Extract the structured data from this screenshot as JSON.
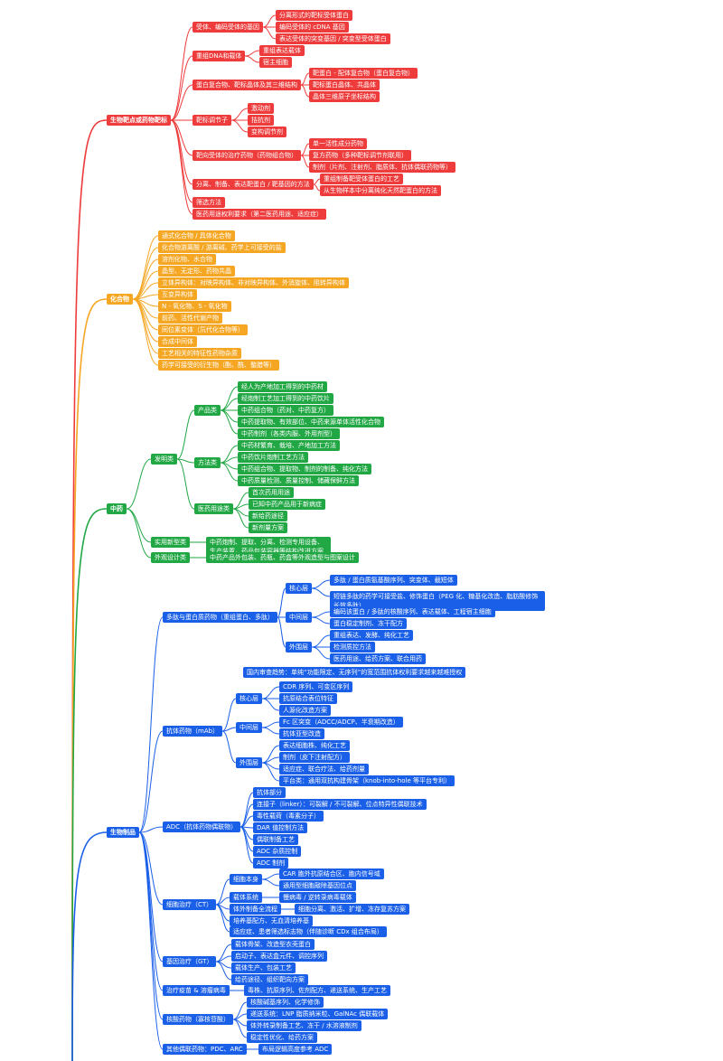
{
  "colors": {
    "red": "#ee3b3b",
    "orange": "#f5a623",
    "green": "#22a745",
    "blue": "#1a5fe8"
  },
  "mindmap": {
    "sections": [
      {
        "label": "生物靶点或药物靶标",
        "color": "red",
        "children": [
          {
            "label": "受体、编码受体的基因",
            "children": [
              {
                "label": "分离形式的靶标受体蛋白"
              },
              {
                "label": "编码受体的 cDNA 基因"
              },
              {
                "label": "表达受体的突变基因 / 突变型受体蛋白"
              }
            ]
          },
          {
            "label": "重组DNA和载体",
            "children": [
              {
                "label": "重组表达载体"
              },
              {
                "label": "宿主细胞"
              }
            ]
          },
          {
            "label": "蛋白复合物、靶标晶体及其三维结构",
            "children": [
              {
                "label": "靶蛋白 - 配体复合物（蛋白复合物）"
              },
              {
                "label": "靶标蛋白晶体、共晶体"
              },
              {
                "label": "晶体三维原子坐标结构"
              }
            ]
          },
          {
            "label": "靶标调节子",
            "children": [
              {
                "label": "激动剂"
              },
              {
                "label": "拮抗剂"
              },
              {
                "label": "变构调节剂"
              }
            ]
          },
          {
            "label": "靶向受体的治疗药物（药物组合物）",
            "children": [
              {
                "label": "单一活性成分药物"
              },
              {
                "label": "复方药物（多种靶标调节剂联用）"
              },
              {
                "label": "制剂（片剂、注射剂、脂质体、抗体偶联药物等）"
              }
            ]
          },
          {
            "label": "分离、制备、表达靶蛋白 / 靶基因的方法",
            "children": [
              {
                "label": "重组制备靶受体蛋白的工艺"
              },
              {
                "label": "从生物样本中分离纯化天然靶蛋白的方法"
              }
            ]
          },
          {
            "label": "筛选方法",
            "children": []
          },
          {
            "label": "医药用途权利要求（第二医药用途、适应症）",
            "children": []
          }
        ]
      },
      {
        "label": "化合物",
        "color": "orange",
        "children": [
          {
            "label": "通式化合物 / 具体化合物"
          },
          {
            "label": "化合物游离酸 / 游离碱、药学上可接受的盐"
          },
          {
            "label": "溶剂化物、水合物"
          },
          {
            "label": "晶型、无定形、药物共晶"
          },
          {
            "label": "立体异构体：对映异构体、非对映异构体、外消旋体、阻转异构体"
          },
          {
            "label": "互变异构体"
          },
          {
            "label": "N - 氧化物、S - 氧化物"
          },
          {
            "label": "前药、活性代谢产物"
          },
          {
            "label": "同位素变体（氘代化合物等）"
          },
          {
            "label": "合成中间体"
          },
          {
            "label": "工艺相关的特征性药物杂质"
          },
          {
            "label": "药学可接受的衍生物（酯、酰、螯腊等）"
          }
        ]
      },
      {
        "label": "中药",
        "color": "green",
        "children": [
          {
            "label": "发明类",
            "children": [
              {
                "label": "产品类",
                "children": [
                  {
                    "label": "经人为产地加工得到的中药材"
                  },
                  {
                    "label": "经炮制工艺加工得到的中药饮片"
                  },
                  {
                    "label": "中药组合物（药对、中药复方）"
                  },
                  {
                    "label": "中药提取物、有效部位、中药来源单体活性化合物"
                  },
                  {
                    "label": "中药制剂（各类内服、外用剂型）"
                  }
                ]
              },
              {
                "label": "方法类",
                "children": [
                  {
                    "label": "中药材繁育、栽培、产地加工方法"
                  },
                  {
                    "label": "中药饮片炮制工艺方法"
                  },
                  {
                    "label": "中药组合物、提取物、制剂的制备、纯化方法"
                  },
                  {
                    "label": "中药质量检测、质量控制、储藏保鲜方法"
                  }
                ]
              },
              {
                "label": "医药用途类",
                "children": [
                  {
                    "label": "首次药用用途"
                  },
                  {
                    "label": "已知中药产品用于新病症"
                  },
                  {
                    "label": "新给药途径"
                  },
                  {
                    "label": "新剂量方案"
                  }
                ]
              }
            ]
          },
          {
            "label": "实用新型类",
            "children": [
              {
                "label": "中药炮制、提取、分离、检测专用设备、生产装置，药品包装容器等结构改进方案"
              }
            ]
          },
          {
            "label": "外观设计类",
            "children": [
              {
                "label": "中药产品外包装、药瓶、药盒等外观造型与图案设计"
              }
            ]
          }
        ]
      },
      {
        "label": "生物制品",
        "color": "blue",
        "children": [
          {
            "label": "多肽与蛋白质药物（重组蛋白、多肽）",
            "children": [
              {
                "label": "核心层",
                "children": [
                  {
                    "label": "多肽 / 蛋白质氨基酸序列、突变体、截短体"
                  },
                  {
                    "label": "短链多肽的药学可接受盐、修饰蛋白（PEG 化、糖基化改造、脂肪酸修饰长效多肽）"
                  }
                ]
              },
              {
                "label": "中间层",
                "children": [
                  {
                    "label": "编码该蛋白 / 多肽的核酸序列、表达载体、工程宿主细胞"
                  },
                  {
                    "label": "蛋白稳定制剂、冻干配方"
                  }
                ]
              },
              {
                "label": "外围层",
                "children": [
                  {
                    "label": "重组表达、发酵、纯化工艺"
                  },
                  {
                    "label": "检测质控方法"
                  },
                  {
                    "label": "医药用途、给药方案、联合用药"
                  }
                ]
              }
            ]
          },
          {
            "label": "国内审查趋势：单纯“功能限定、无序列”的宽范围抗体权利要求越来越难授权",
            "children": []
          },
          {
            "label": "抗体药物（mAb）",
            "children": [
              {
                "label": "核心层",
                "children": [
                  {
                    "label": "CDR 序列、可变区序列"
                  },
                  {
                    "label": "抗原结合表位特征"
                  },
                  {
                    "label": "人源化改造方案"
                  }
                ]
              },
              {
                "label": "中间层",
                "children": [
                  {
                    "label": "Fc 区突变（ADCC/ADCP、半衰期改造）"
                  },
                  {
                    "label": "抗体亚型改造"
                  }
                ]
              },
              {
                "label": "外围层",
                "children": [
                  {
                    "label": "表达细胞株、纯化工艺"
                  },
                  {
                    "label": "制剂（皮下注射配方）"
                  },
                  {
                    "label": "适应症、联合疗法、给药剂量"
                  },
                  {
                    "label": "平台类：通用双抗构建骨架（knob-into-hole 等平台专利）"
                  }
                ]
              }
            ]
          },
          {
            "label": "ADC（抗体药物偶联物）",
            "children": [
              {
                "label": "抗体部分"
              },
              {
                "label": "连接子（linker）：可裂解 / 不可裂解、位点特异性偶联技术"
              },
              {
                "label": "毒性载荷（毒素分子）"
              },
              {
                "label": "DAR 值控制方法"
              },
              {
                "label": "偶联制备工艺"
              },
              {
                "label": "ADC 杂质控制"
              },
              {
                "label": "ADC 制剂"
              }
            ]
          },
          {
            "label": "细胞治疗（CT）",
            "children": [
              {
                "label": "细胞本身",
                "children": [
                  {
                    "label": "CAR 胞外抗原结合区、胞内信号域"
                  },
                  {
                    "label": "通用型细胞敲除基因位点"
                  }
                ]
              },
              {
                "label": "载体系统",
                "children": [
                  {
                    "label": "慢病毒 / 逆转录病毒载体"
                  }
                ]
              },
              {
                "label": "体外制备全流程",
                "children": [
                  {
                    "label": "细胞分离、激活、扩增、冻存复苏方案"
                  }
                ]
              },
              {
                "label": "培养基配方、无血清培养基",
                "children": []
              },
              {
                "label": "适应症、患者筛选标志物（伴随诊断 CDx 组合布局）",
                "children": []
              }
            ]
          },
          {
            "label": "基因治疗（GT）",
            "children": [
              {
                "label": "载体骨架、改造型衣壳蛋白"
              },
              {
                "label": "启动子、表达盒元件、调控序列"
              },
              {
                "label": "载体生产、包装工艺"
              },
              {
                "label": "给药途径、组织靶向方案"
              }
            ]
          },
          {
            "label": "治疗疫苗 & 溶瘤病毒",
            "children": [
              {
                "label": "毒株、抗原序列、佐剂配方、递送系统、生产工艺"
              }
            ]
          },
          {
            "label": "核酸药物（寡核苷酸）",
            "children": [
              {
                "label": "核酸碱基序列、化学修饰"
              },
              {
                "label": "递送系统：LNP 脂质纳米粒、GalNAc 偶联载体"
              },
              {
                "label": "体外转录制备工艺、冻干 / 水溶液制剂"
              },
              {
                "label": "稳定性优化、给药方案"
              }
            ]
          },
          {
            "label": "其他偶联药物：PDC、ARC",
            "children": [
              {
                "label": "布局逻辑高度参考 ADC"
              }
            ]
          }
        ]
      }
    ]
  }
}
